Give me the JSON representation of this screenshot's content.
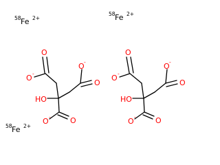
{
  "figure": {
    "description_free": true,
    "colors": {
      "bond": "#000000",
      "oxygen": "#ff0000",
      "background": "#ffffff"
    },
    "ions": [
      {
        "mass": "58",
        "element": "Fe",
        "charge": "2+"
      },
      {
        "mass": "58",
        "element": "Fe",
        "charge": "2+"
      },
      {
        "mass": "58",
        "element": "Fe",
        "charge": "2+"
      }
    ],
    "labels": {
      "oxygen": "O",
      "hydroxyl": "HO",
      "minus": "-"
    }
  }
}
